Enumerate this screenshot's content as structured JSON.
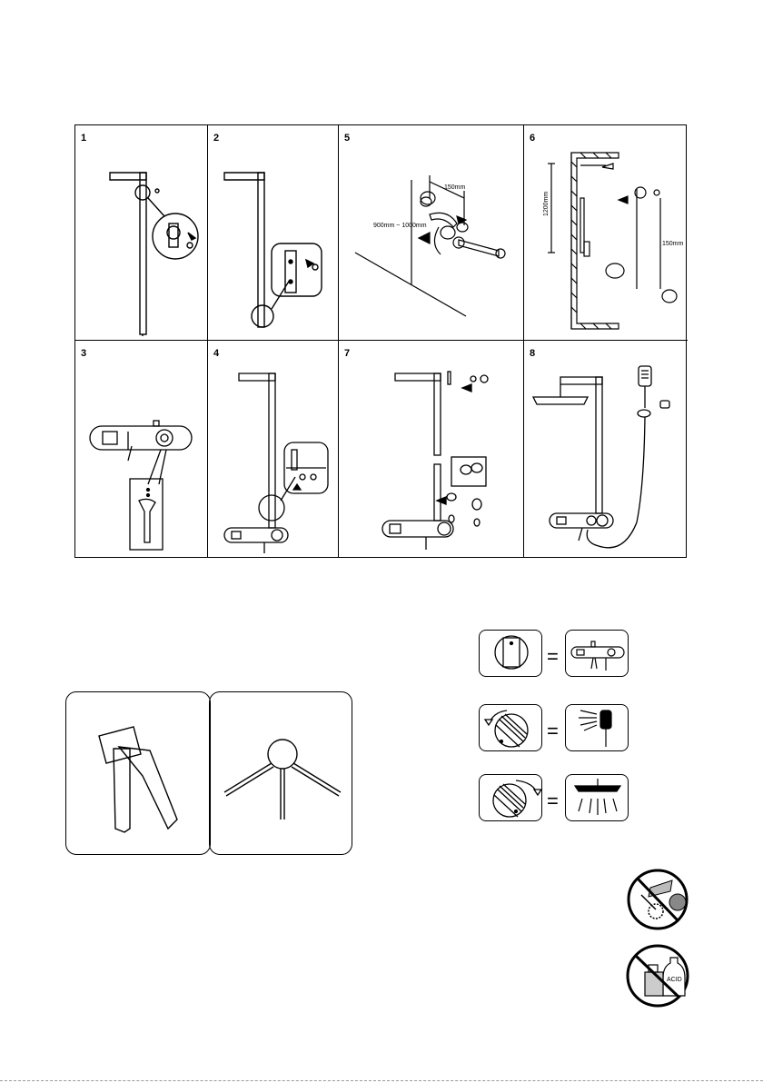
{
  "steps": [
    {
      "num": "1"
    },
    {
      "num": "2"
    },
    {
      "num": "5",
      "dim_spacing": "150mm",
      "dim_height": "900mm ~ 1000mm"
    },
    {
      "num": "6",
      "dim_height": "1200mm",
      "dim_spacing": "150mm"
    },
    {
      "num": "3"
    },
    {
      "num": "4"
    },
    {
      "num": "7"
    },
    {
      "num": "8"
    }
  ],
  "warning_icons": {
    "acid_label": "ACID"
  },
  "icons": [
    "no-abrasive-tools-icon",
    "no-acid-cleaner-icon",
    "hex-key-icon",
    "lever-handle-icon"
  ]
}
